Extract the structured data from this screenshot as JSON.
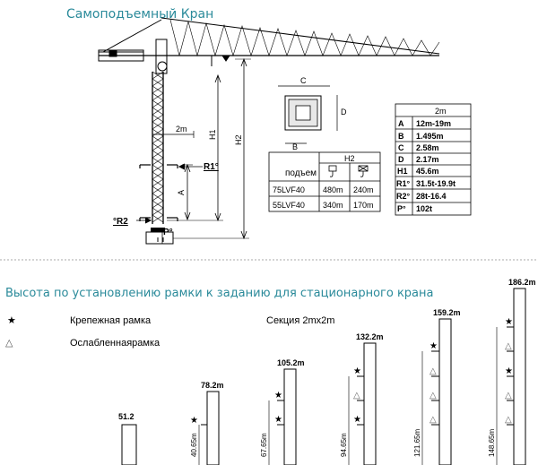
{
  "title": "Самоподъемный  Кран",
  "section2_title": "Высота по установлению рамки к заданию для стационарного крана",
  "legend": {
    "anchored_symbol": "★",
    "anchored_label": "Крепежная  рамка",
    "weakened_symbol": "△",
    "weakened_label": "Ослабленнаярамка",
    "section_label": "Секция 2mx2m"
  },
  "crane_labels": {
    "width_2m": "2m",
    "H1": "H1",
    "H2": "H2",
    "A": "A",
    "R1": "R1°",
    "R2": "°R2",
    "P": "P°"
  },
  "section_box": {
    "C": "C",
    "D": "D",
    "B": "B"
  },
  "lift_table": {
    "header_left": "подъем",
    "header_right": "H2",
    "rows": [
      {
        "model": "75LVF40",
        "v1": "480m",
        "v2": "240m"
      },
      {
        "model": "55LVF40",
        "v1": "340m",
        "v2": "170m"
      }
    ]
  },
  "spec_table": {
    "header": "2m",
    "rows": [
      {
        "key": "A",
        "value": "12m-19m"
      },
      {
        "key": "B",
        "value": "1.495m"
      },
      {
        "key": "C",
        "value": "2.58m"
      },
      {
        "key": "D",
        "value": "2.17m"
      },
      {
        "key": "H1",
        "value": "45.6m"
      },
      {
        "key": "R1°",
        "value": "31.5t-19.9t"
      },
      {
        "key": "R2°",
        "value": "28t-16.4"
      },
      {
        "key": "P°",
        "value": "102t"
      }
    ]
  },
  "towers": [
    {
      "top": "51.2",
      "side": ""
    },
    {
      "top": "78.2m",
      "side": "40.65m"
    },
    {
      "top": "105.2m",
      "side": "67.65m"
    },
    {
      "top": "132.2m",
      "side": "94.65m"
    },
    {
      "top": "159.2m",
      "side": "121.65m"
    },
    {
      "top": "186.2m",
      "side": "148.65m"
    }
  ]
}
